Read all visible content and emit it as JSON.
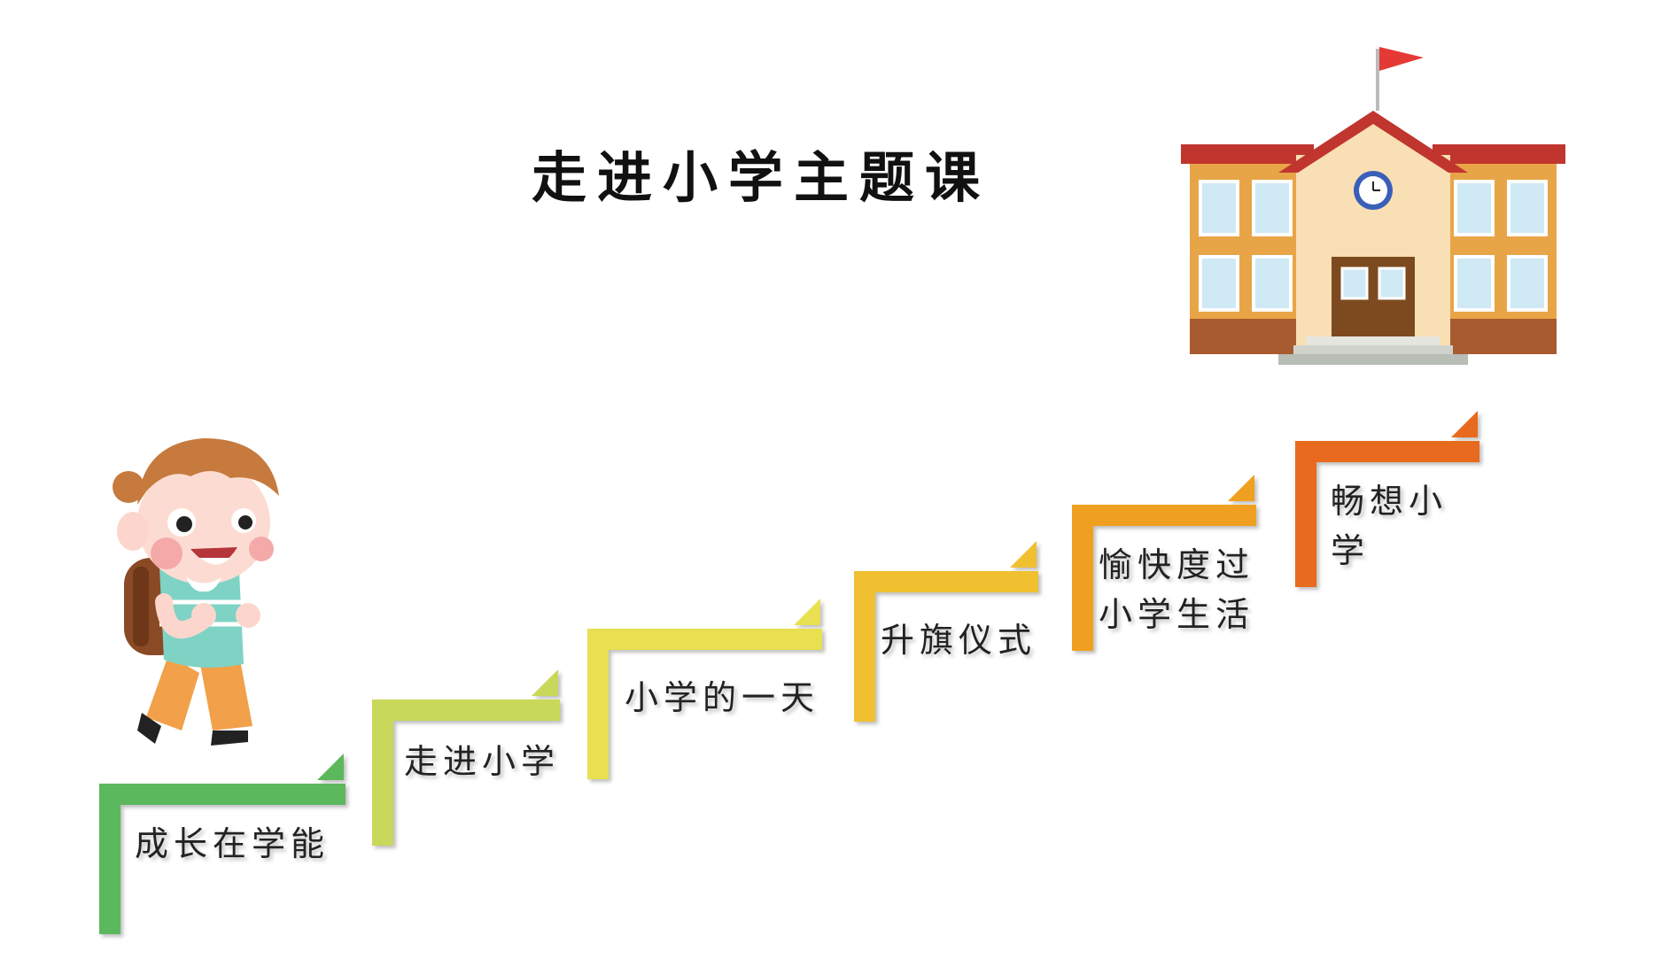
{
  "title": "走进小学主题课",
  "steps": [
    {
      "label": "成长在学能",
      "color": "#5cb85c"
    },
    {
      "label": "走进小学",
      "color": "#c8d85a"
    },
    {
      "label": "小学的一天",
      "color": "#e8e050"
    },
    {
      "label": "升旗仪式",
      "color": "#f0c030"
    },
    {
      "label": "愉快度过\n小学生活",
      "color": "#f0a020"
    },
    {
      "label": "畅想小学",
      "color": "#e86a1e"
    }
  ],
  "illustrations": {
    "boy": "boy-with-backpack-icon",
    "school": "school-building-icon"
  }
}
